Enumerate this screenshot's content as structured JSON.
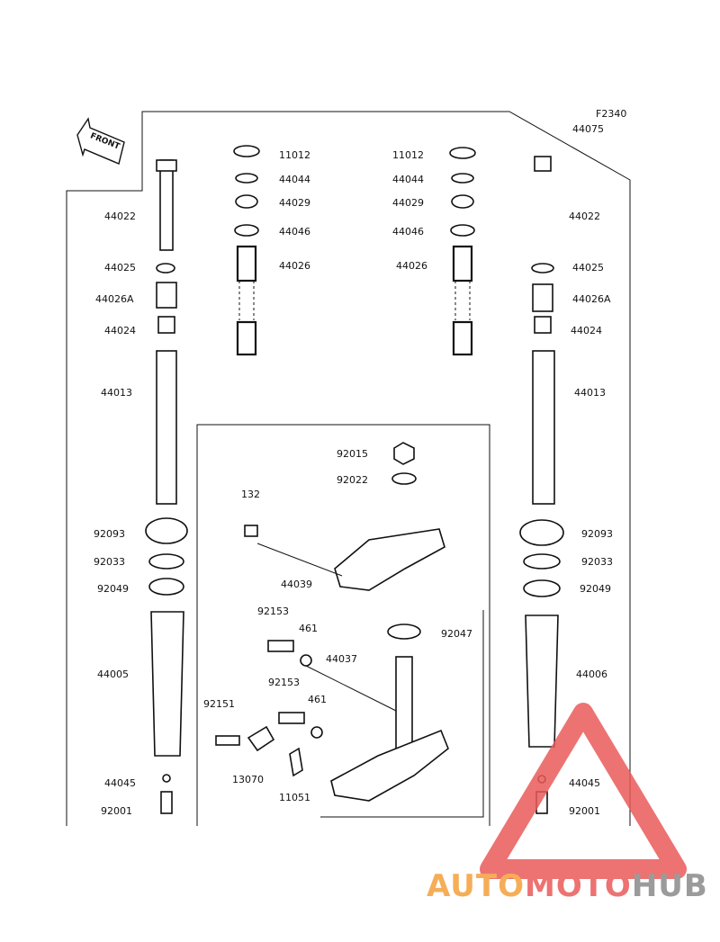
{
  "diagram": {
    "code": "F2340",
    "front_label": "FRONT",
    "watermark": {
      "part1": "AUTO",
      "part2": "MOTO",
      "part3": "HUB",
      "color_orange": "#f4a03a",
      "color_red": "#ea5a5a",
      "color_gray": "#8a8a8a"
    },
    "labels": {
      "l44075": "44075",
      "l11012a": "11012",
      "l44044a": "44044",
      "l44029a": "44029",
      "l44046a": "44046",
      "l44026a": "44026",
      "l11012b": "11012",
      "l44044b": "44044",
      "l44029b": "44029",
      "l44046b": "44046",
      "l44026b": "44026",
      "l44022L": "44022",
      "l44025L": "44025",
      "l44026AL": "44026A",
      "l44024L": "44024",
      "l44013L": "44013",
      "l92093L": "92093",
      "l92033L": "92033",
      "l92049L": "92049",
      "l44005": "44005",
      "l44045L": "44045",
      "l92001L": "92001",
      "l44022R": "44022",
      "l44025R": "44025",
      "l44026AR": "44026A",
      "l44024R": "44024",
      "l44013R": "44013",
      "l92093R": "92093",
      "l92033R": "92033",
      "l92049R": "92049",
      "l44006": "44006",
      "l44045R": "44045",
      "l92001R": "92001",
      "l92015": "92015",
      "l92022": "92022",
      "l132": "132",
      "l44039": "44039",
      "l92153a": "92153",
      "l461a": "461",
      "l44037": "44037",
      "l92047": "92047",
      "l92153b": "92153",
      "l461b": "461",
      "l92151": "92151",
      "l13070": "13070",
      "l11051": "11051"
    }
  }
}
